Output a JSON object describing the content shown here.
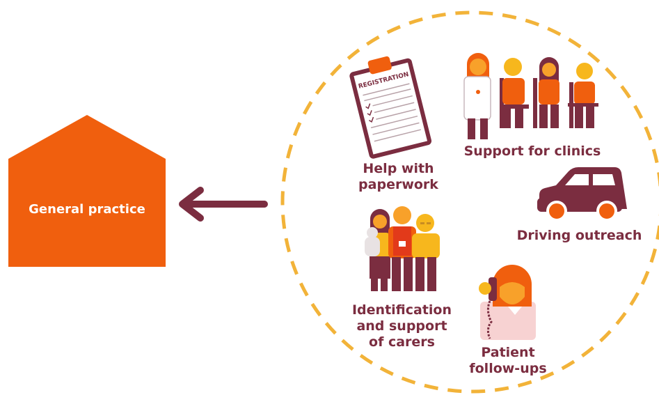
{
  "colors": {
    "orange": "#f05f0e",
    "maroon": "#7b2d40",
    "yellow": "#f7b71d",
    "light_orange": "#f8a12a",
    "pink": "#f7d2d2",
    "dashed_circle": "#f2b339"
  },
  "hub": {
    "label": "General practice"
  },
  "services": {
    "paperwork": {
      "label_line1": "Help with",
      "label_line2": "paperwork",
      "clipboard_text": "REGISTRATION",
      "icon": "clipboard-icon"
    },
    "clinics": {
      "label": "Support for clinics",
      "icon": "people-group-icon"
    },
    "driving": {
      "label": "Driving outreach",
      "icon": "car-icon"
    },
    "carers": {
      "label_line1": "Identification",
      "label_line2": "and support",
      "label_line3": "of carers",
      "icon": "family-icon"
    },
    "followups": {
      "label_line1": "Patient",
      "label_line2": "follow-ups",
      "icon": "phone-call-icon"
    }
  }
}
